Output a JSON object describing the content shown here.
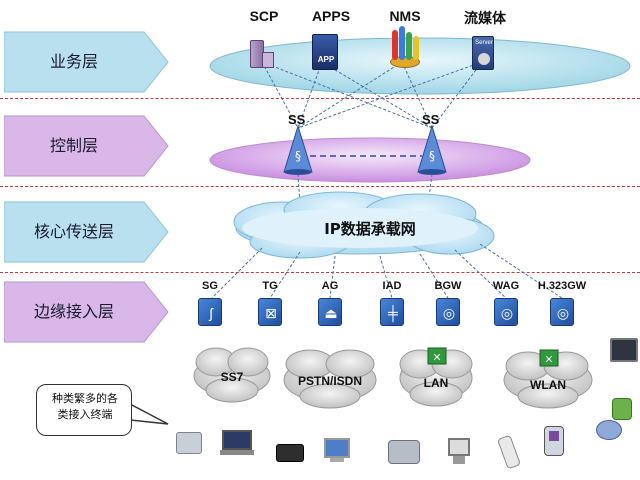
{
  "layers": [
    {
      "label": "业务层",
      "color": "#b9e0ef"
    },
    {
      "label": "控制层",
      "color": "#d9b7e8"
    },
    {
      "label": "核心传送层",
      "color": "#b9e0ef"
    },
    {
      "label": "边缘接入层",
      "color": "#d9b7e8"
    }
  ],
  "service_nodes": [
    {
      "label": "SCP",
      "icon": "server-tower-icon"
    },
    {
      "label": "APPS",
      "icon": "app-box-icon"
    },
    {
      "label": "NMS",
      "icon": "database-stack-icon"
    },
    {
      "label": "流媒体",
      "icon": "server-icon"
    }
  ],
  "server_badge": "Server",
  "app_badge": "APP",
  "control_nodes": [
    {
      "label": "SS"
    },
    {
      "label": "SS"
    }
  ],
  "core_network": {
    "label": "IP数据承载网"
  },
  "access_devices": [
    {
      "label": "SG",
      "icon": "sg-gateway-icon"
    },
    {
      "label": "TG",
      "icon": "tg-gateway-icon"
    },
    {
      "label": "AG",
      "icon": "ag-gateway-icon"
    },
    {
      "label": "IAD",
      "icon": "iad-gateway-icon"
    },
    {
      "label": "BGW",
      "icon": "bgw-gateway-icon"
    },
    {
      "label": "WAG",
      "icon": "wag-gateway-icon"
    },
    {
      "label": "H.323GW",
      "icon": "h323-gateway-icon"
    }
  ],
  "access_networks": [
    {
      "label": "SS7"
    },
    {
      "label": "PSTN/ISDN"
    },
    {
      "label": "LAN"
    },
    {
      "label": "WLAN"
    }
  ],
  "callout": {
    "line1": "种类繁多的各",
    "line2": "类接入终端"
  },
  "colors": {
    "divider": "#c23a3a",
    "link": "#4a6fa5",
    "cloud_core": "#bfe3f5",
    "cloud_access": "#d3d3d3"
  }
}
